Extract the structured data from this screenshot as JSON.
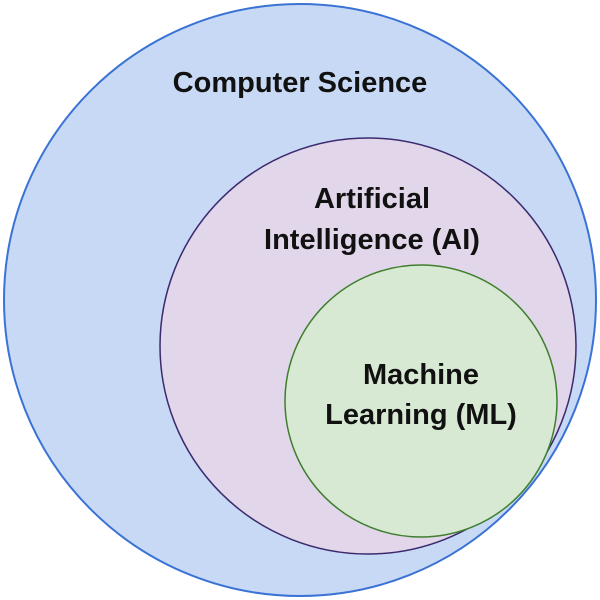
{
  "diagram": {
    "type": "nested-venn",
    "sets": [
      {
        "id": "cs",
        "lines": [
          "Computer Science"
        ],
        "fill": "#c8d9f6",
        "stroke": "#3a73d4"
      },
      {
        "id": "ai",
        "lines": [
          "Artificial",
          "Intelligence (AI)"
        ],
        "fill": "#e2d6ea",
        "stroke": "#3a2a6e"
      },
      {
        "id": "ml",
        "lines": [
          "Machine",
          "Learning (ML)"
        ],
        "fill": "#d7e9d3",
        "stroke": "#3f7f2e"
      }
    ]
  }
}
